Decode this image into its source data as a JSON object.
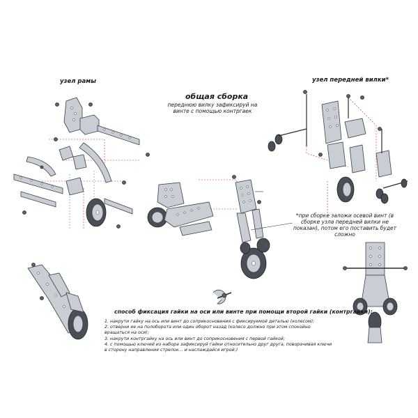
{
  "labels": {
    "frame_unit": "узел рамы",
    "front_fork_unit": "узел передней вилки*",
    "general_assembly": "общая сборка",
    "general_assembly_note": "переднюю вилку зафиксируй на винте с помощью контргаек",
    "axle_note": "*при сборке заложи осевой винт (в сборке узла передней вилки не показан), потом его поставить будет сложно",
    "locknut_method_title": "способ фиксация гайки на оси или винте при помощи второй гайки (контргайки):"
  },
  "steps": [
    "1. накрути гайку на ось или винт до соприкосновения с фиксируемой деталью (колесом);",
    "2. отверни ее на полоборота или один оборот назад (колесо должно при этом спокойно вращаться на оси);",
    "3. накрути контргайку на ось или винт до соприкосновения с первой гайкой;",
    "4. с помощью ключей из набора зафиксируй гайки относительно друг друга, поворачивая ключи",
    "   в сторону направления стрелок... и наслаждайся игрой:)"
  ],
  "colors": {
    "metal": "#c9cdd4",
    "outline": "#3b3f47",
    "tire": "#4a4f57",
    "assembly_line": "#d02828",
    "alignment_line": "#2aa8c8"
  }
}
